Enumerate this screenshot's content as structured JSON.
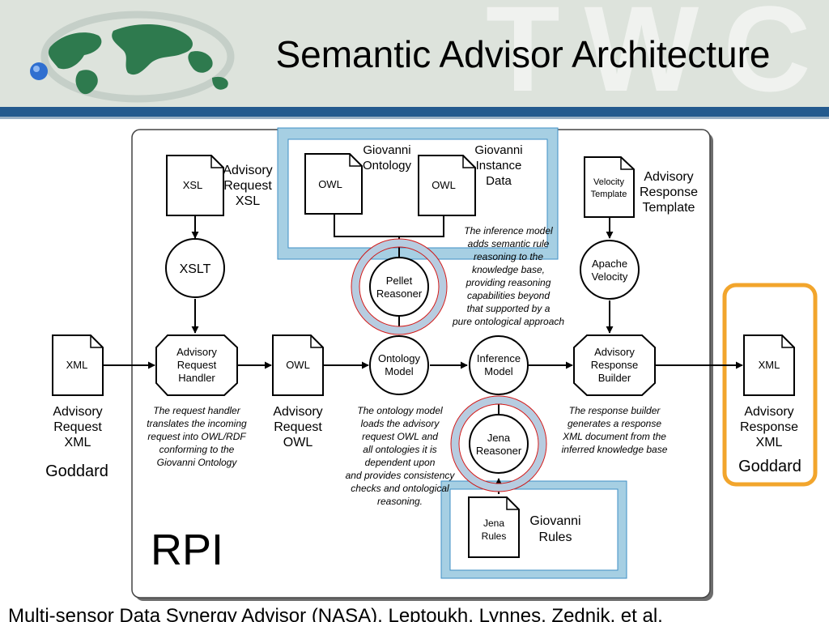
{
  "title": "Semantic Advisor Architecture",
  "watermark": "TWC",
  "footer": "Multi-sensor Data Synergy Advisor (NASA), Leptoukh, Lynnes, Zednik, et al.",
  "colors": {
    "header_bg": "#dde3dc",
    "header_rule": "#245a8e",
    "ontology_box": "#a6cfe3",
    "ontology_box_border": "#3f8fc6",
    "goddard_highlight": "#f2a52c",
    "reasoner_ring": "#b7cce0",
    "reasoner_ring_outline": "#d01818"
  },
  "diagram": {
    "rpi_label": "RPI",
    "goddard_left": "Goddard",
    "goddard_right": "Goddard",
    "docs": {
      "xsl": "XSL",
      "owl_ontology": "OWL",
      "owl_instance": "OWL",
      "velocity_line1": "Velocity",
      "velocity_line2": "Template",
      "xml_in": "XML",
      "owl_request": "OWL",
      "xml_out": "XML",
      "jena_rules_line1": "Jena",
      "jena_rules_line2": "Rules"
    },
    "doc_labels": {
      "advisory_request_xsl": [
        "Advisory",
        "Request",
        "XSL"
      ],
      "giovanni_ontology": [
        "Giovanni",
        "Ontology"
      ],
      "giovanni_instance_data": [
        "Giovanni",
        "Instance",
        "Data"
      ],
      "advisory_response_template": [
        "Advisory",
        "Response",
        "Template"
      ],
      "advisory_request_xml": [
        "Advisory",
        "Request",
        "XML"
      ],
      "advisory_request_owl": [
        "Advisory",
        "Request",
        "OWL"
      ],
      "advisory_response_xml": [
        "Advisory",
        "Response",
        "XML"
      ],
      "giovanni_rules": [
        "Giovanni",
        "Rules"
      ]
    },
    "nodes": {
      "xslt": [
        "XSLT"
      ],
      "pellet": [
        "Pellet",
        "Reasoner"
      ],
      "apache_velocity": [
        "Apache",
        "Velocity"
      ],
      "request_handler": [
        "Advisory",
        "Request",
        "Handler"
      ],
      "ontology_model": [
        "Ontology",
        "Model"
      ],
      "inference_model": [
        "Inference",
        "Model"
      ],
      "response_builder": [
        "Advisory",
        "Response",
        "Builder"
      ],
      "jena": [
        "Jena",
        "Reasoner"
      ]
    },
    "notes": {
      "inference": [
        "The inference model",
        "adds semantic rule",
        "reasoning to the",
        "knowledge base,",
        "providing reasoning",
        "capabilities beyond",
        "that supported by a",
        "pure ontological approach"
      ],
      "request_handler": [
        "The request handler",
        "translates the incoming",
        "request into OWL/RDF",
        "conforming to the",
        "Giovanni Ontology"
      ],
      "ontology_model": [
        "The ontology model",
        "loads the advisory",
        "request OWL and",
        "all ontologies it is",
        "dependent upon",
        "and provides consistency",
        "checks and ontological",
        "reasoning."
      ],
      "response_builder": [
        "The response builder",
        "generates a response",
        "XML document from the",
        "inferred knowledge base"
      ]
    }
  }
}
